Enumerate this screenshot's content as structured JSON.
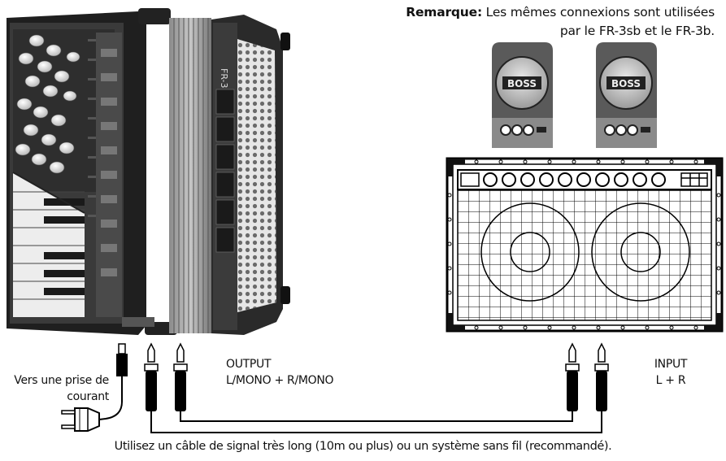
{
  "note": {
    "bold": "Remarque:",
    "line1": " Les mêmes connexions sont utilisées",
    "line2": "par le FR-3sb et le FR-3b."
  },
  "accordion": {
    "model_label": "FR-3"
  },
  "speakers": [
    {
      "brand": "BOSS"
    },
    {
      "brand": "BOSS"
    }
  ],
  "labels": {
    "power_line1": "Vers une prise de",
    "power_line2": "courant",
    "output_title": "OUTPUT",
    "output_channels": "L/MONO + R/MONO",
    "input_title": "INPUT",
    "input_channels": "L + R",
    "caption": "Utilisez un câble de signal très long (10m ou plus) ou un système sans fil (recommandé)."
  }
}
